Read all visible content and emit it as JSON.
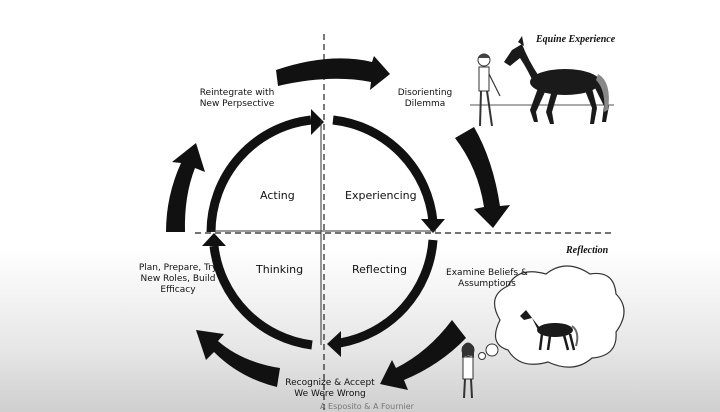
{
  "quadrants": {
    "acting": "Acting",
    "experiencing": "Experiencing",
    "thinking": "Thinking",
    "reflecting": "Reflecting"
  },
  "outer_steps": {
    "reintegrate": "Reintegrate with New Perpsective",
    "disorienting": "Disorienting Dilemma",
    "examine": "Examine Beliefs & Assumptions",
    "recognize": "Recognize & Accept We Were Wrong",
    "plan": "Plan, Prepare, Try New Roles, Build Efficacy"
  },
  "section_labels": {
    "equine": "Equine Experience",
    "reflection": "Reflection"
  },
  "credit": "A Esposito & A Fournier"
}
